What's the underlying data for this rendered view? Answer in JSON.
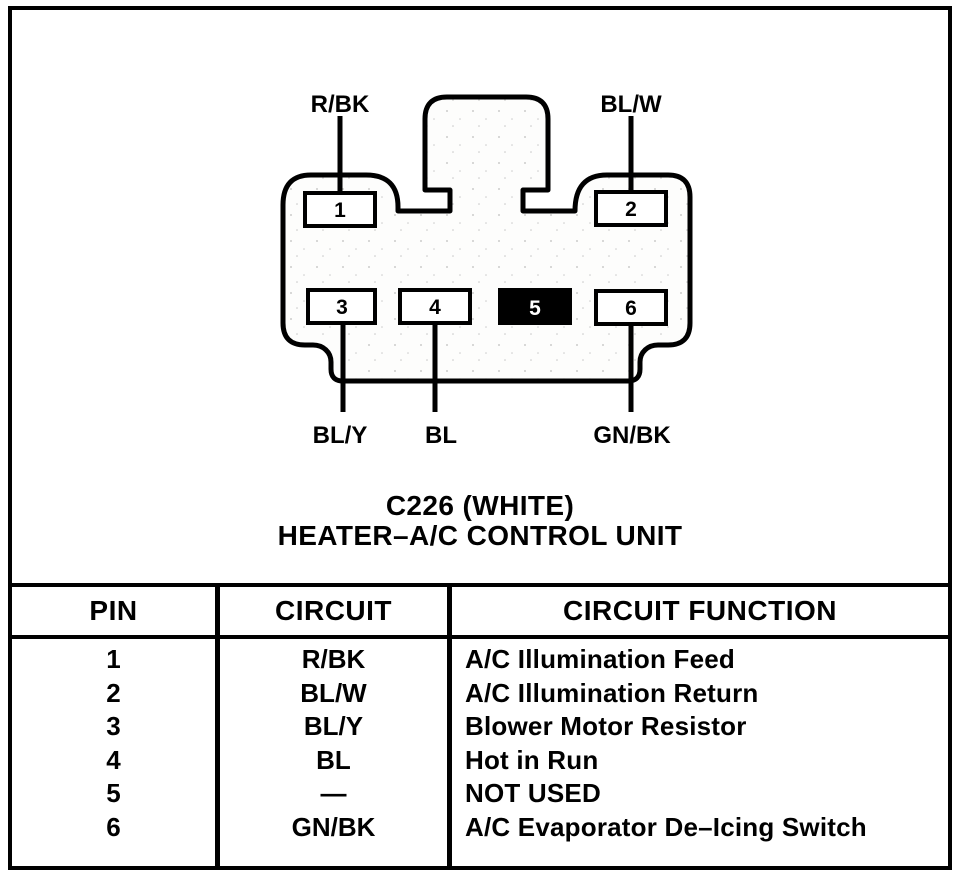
{
  "diagram": {
    "title_line1": "C226 (WHITE)",
    "title_line2": "HEATER–A/C CONTROL UNIT",
    "pins": [
      {
        "number": "1",
        "wire": "R/BK"
      },
      {
        "number": "2",
        "wire": "BL/W"
      },
      {
        "number": "3",
        "wire": "BL/Y"
      },
      {
        "number": "4",
        "wire": "BL"
      },
      {
        "number": "5",
        "wire": ""
      },
      {
        "number": "6",
        "wire": "GN/BK"
      }
    ]
  },
  "table": {
    "headers": {
      "pin": "PIN",
      "circuit": "CIRCUIT",
      "function": "CIRCUIT FUNCTION"
    },
    "rows": [
      {
        "pin": "1",
        "circuit": "R/BK",
        "function": "A/C Illumination Feed"
      },
      {
        "pin": "2",
        "circuit": "BL/W",
        "function": "A/C Illumination Return"
      },
      {
        "pin": "3",
        "circuit": "BL/Y",
        "function": "Blower Motor Resistor"
      },
      {
        "pin": "4",
        "circuit": "BL",
        "function": "Hot in Run"
      },
      {
        "pin": "5",
        "circuit": "—",
        "function": "NOT USED"
      },
      {
        "pin": "6",
        "circuit": "GN/BK",
        "function": "A/C Evaporator De–Icing Switch"
      }
    ]
  },
  "colors": {
    "ink": "#000000",
    "paper": "#ffffff",
    "pin5_fill": "#000000"
  }
}
